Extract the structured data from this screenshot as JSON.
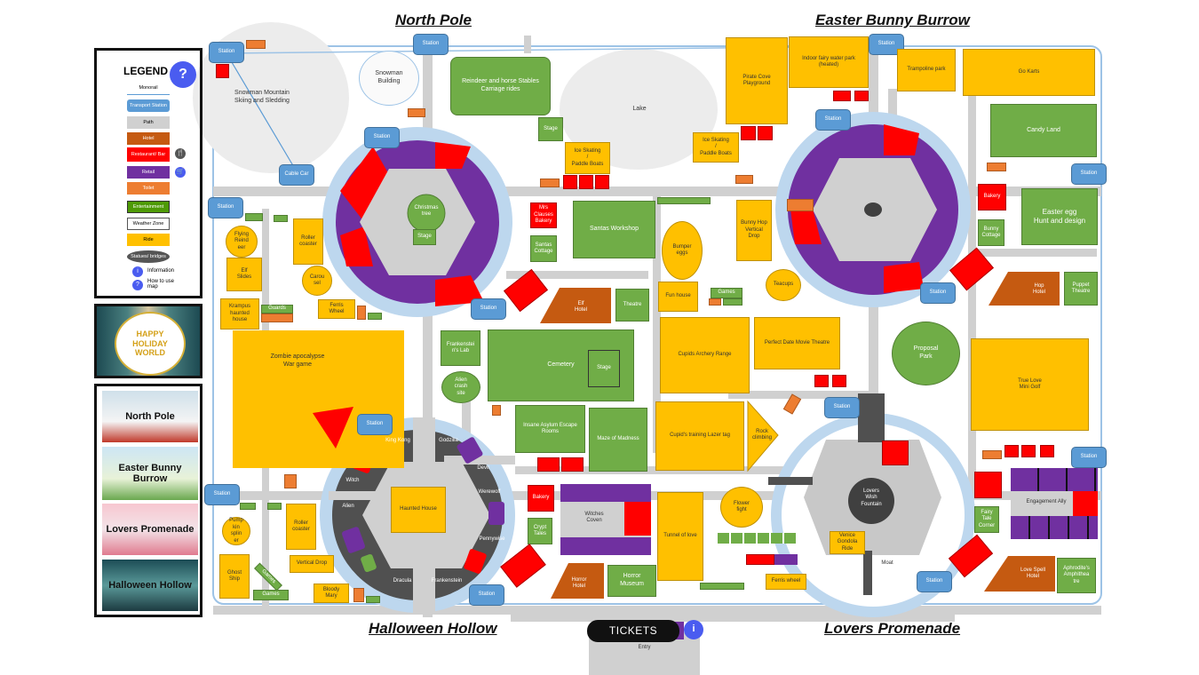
{
  "zones": {
    "north_pole": "North Pole",
    "easter": "Easter Bunny Burrow",
    "halloween": "Halloween Hollow",
    "lovers": "Lovers Promenade"
  },
  "legend": {
    "title": "LEGEND",
    "monorail": "Monorail",
    "station": "Transport Station",
    "path": "Path",
    "hotel": "Hotel",
    "restaurant": "Restaurant/ Bar",
    "retail": "Retail",
    "toilet": "Toilet",
    "entertainment": "Entertainment",
    "weather": "Weather Zone",
    "ride": "Ride",
    "statues": "Statues/ bridges",
    "information": "Information",
    "how_to": "How to use map",
    "help_icon": "?",
    "info_icon": "i"
  },
  "banner": {
    "top": "HAPPY",
    "mid": "HOLIDAY",
    "bottom": "WORLD"
  },
  "zone_cards": [
    "North Pole",
    "Easter Bunny Burrow",
    "Lovers Promenade",
    "Halloween Hollow"
  ],
  "station": "Station",
  "colors": {
    "ride": "#ffc000",
    "entertainment": "#70ad47",
    "hotel": "#c55a11",
    "restaurant": "#ff0000",
    "retail": "#7030a0",
    "toilet": "#ed7d31",
    "station": "#5b9bd5",
    "path": "#d0d0d0"
  },
  "np": {
    "snowman_mountain": "Snowman Mountain\nSkiing and Sledding",
    "snowman_building": "Snowman\nBuilding",
    "cable_car": "Cable Car",
    "stables": "Reindeer and horse Stables\nCarriage rides",
    "lake": "Lake",
    "stage": "Stage",
    "ice_skating": "Ice Skating\n/\nPaddle Boats",
    "christmas_tree": "Christmas\ntree",
    "tree_stage": "Stage",
    "flying_reindeer": "Flying\nReind\neer",
    "elf_slides": "Elf\nSlides",
    "roller_coaster": "Roller\ncoaster",
    "carousel": "Carou\nsel",
    "krampus": "Krampus\nhaunted\nhouse",
    "guards": "Guards",
    "ferris_wheel": "Ferris\nWheel",
    "mrs_claus": "Mrs\nClauses\nBakery",
    "santas_cottage": "Santas\nCottage",
    "santas_workshop": "Santas Workshop",
    "elf_hotel": "Elf\nHotel",
    "theatre": "Theatre"
  },
  "eb": {
    "pirate_cove": "Pirate Cove\nPlayground",
    "water_park": "Indoor fairy water park\n(heated)",
    "trampoline": "Trampoline park",
    "go_karts": "Go Karts",
    "ice_skating": "Ice Skating\n/\nPaddle Boats",
    "candy_land": "Candy Land",
    "easter_egg": "Easter egg\nHunt and design",
    "bakery": "Bakery",
    "bunny_cottage": "Bunny\nCottage",
    "hop_hotel": "Hop\nHotel",
    "puppet": "Puppet\nTheatre",
    "bumper_eggs": "Bumper\neggs",
    "bunny_hop": "Bunny Hop\nVertical\nDrop",
    "teacups": "Teacups",
    "fun_house": "Fun house",
    "games": "Games"
  },
  "hh": {
    "zombie": "Zombie apocalypse\nWar game",
    "frankenstein_lab": "Frankenstei\nn's Lab",
    "alien_crash": "Alien\ncrash\nsite",
    "cemetery": "Cemetery",
    "cemetery_stage": "Stage",
    "asylum": "Insane Asylum Escape\nRooms",
    "maze": "Maze of Madness",
    "haunted_house": "Haunted House",
    "ring_labels": [
      "King Kong",
      "Godzilla",
      "Devil",
      "Werewolf",
      "Pennywise",
      "Frankenstein",
      "Dracula",
      "Alien",
      "Witch"
    ],
    "pumpkin": "Pump\nkin\nsplin\ner",
    "roller_coaster": "Roller\ncoaster",
    "ghost_ship": "Ghost\nShip",
    "vertical_drop": "Vertical Drop",
    "bloody_mary": "Bloody\nMary",
    "games": "Games",
    "games2": "Games",
    "bakery": "Bakery",
    "crypt_tales": "Crypt\nTales",
    "witches_coven": "Witches\nCoven",
    "horror_hotel": "Horror\nHotel",
    "horror_museum": "Horror\nMuseum"
  },
  "lp": {
    "archery": "Cupids Archery Range",
    "movie": "Perfect Date Movie Theatre",
    "lazer_tag": "Cupid's training Lazer tag",
    "rock": "Rock\nclimbing",
    "proposal": "Proposal\nPark",
    "mini_golf": "True Love\nMini Golf",
    "fountain": "Lovers\nWish\nFountain",
    "tunnel": "Tunnel of love",
    "flower": "Flower\nfight",
    "gondola": "Venice\nGondola\nRide",
    "ferris": "Ferris wheel",
    "moat": "Moat",
    "engagement": "Engagement Ally",
    "fairy_tale": "Fairy\nTale\nCorner",
    "love_spell": "Love Spell\nHotel",
    "aphrodite": "Aphrodite's\nAmphithea\ntre"
  },
  "tickets": {
    "label": "TICKETS",
    "info": "i",
    "entry": "Entry"
  }
}
